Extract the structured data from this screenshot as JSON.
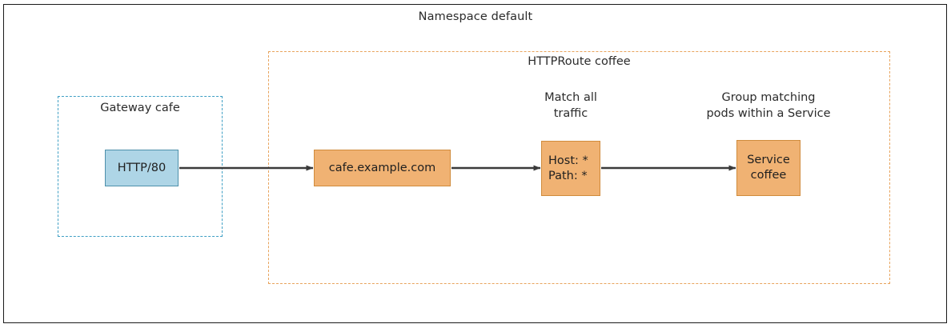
{
  "diagram": {
    "namespace": {
      "title": "Namespace default"
    },
    "gateway": {
      "title": "Gateway cafe",
      "listener": {
        "label": "HTTP/80"
      }
    },
    "httproute": {
      "title": "HTTPRoute coffee",
      "hostname": {
        "label": "cafe.example.com"
      },
      "match": {
        "caption_line1": "Match all",
        "caption_line2": "traffic",
        "host_rule": "Host: *",
        "path_rule": "Path: *"
      },
      "backend": {
        "caption_line1": "Group matching",
        "caption_line2": "pods within a Service",
        "kind_label": "Service",
        "name_label": "coffee"
      }
    },
    "colors": {
      "namespace_border": "#1a1a1a",
      "httproute_border": "#e8a35c",
      "gateway_border": "#3f9fc4",
      "listener_fill": "#aed5e6",
      "listener_border": "#4e90ab",
      "node_fill": "#f0b273",
      "node_border": "#d08b3c",
      "arrow": "#3a3a3a",
      "text": "#2b2b2b"
    }
  }
}
